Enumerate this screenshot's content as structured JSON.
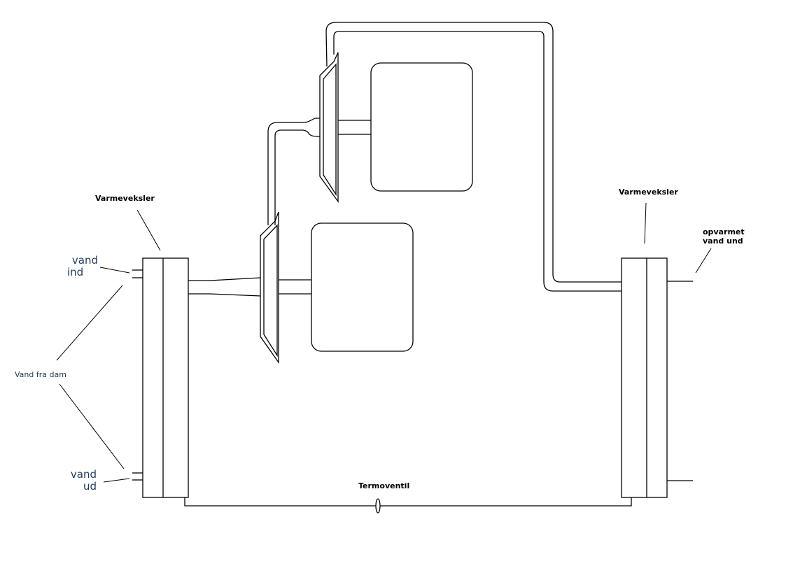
{
  "labels": {
    "hx_left": "Varmeveksler",
    "hx_right": "Varmeveksler",
    "water_in_line1": "vand",
    "water_in_line2": "ind",
    "water_out_line1": "vand",
    "water_out_line2": "ud",
    "pond_water": "Vand fra dam",
    "heated_line1": "opvarmet",
    "heated_line2": "vand und",
    "thermo_valve": "Termoventil"
  }
}
